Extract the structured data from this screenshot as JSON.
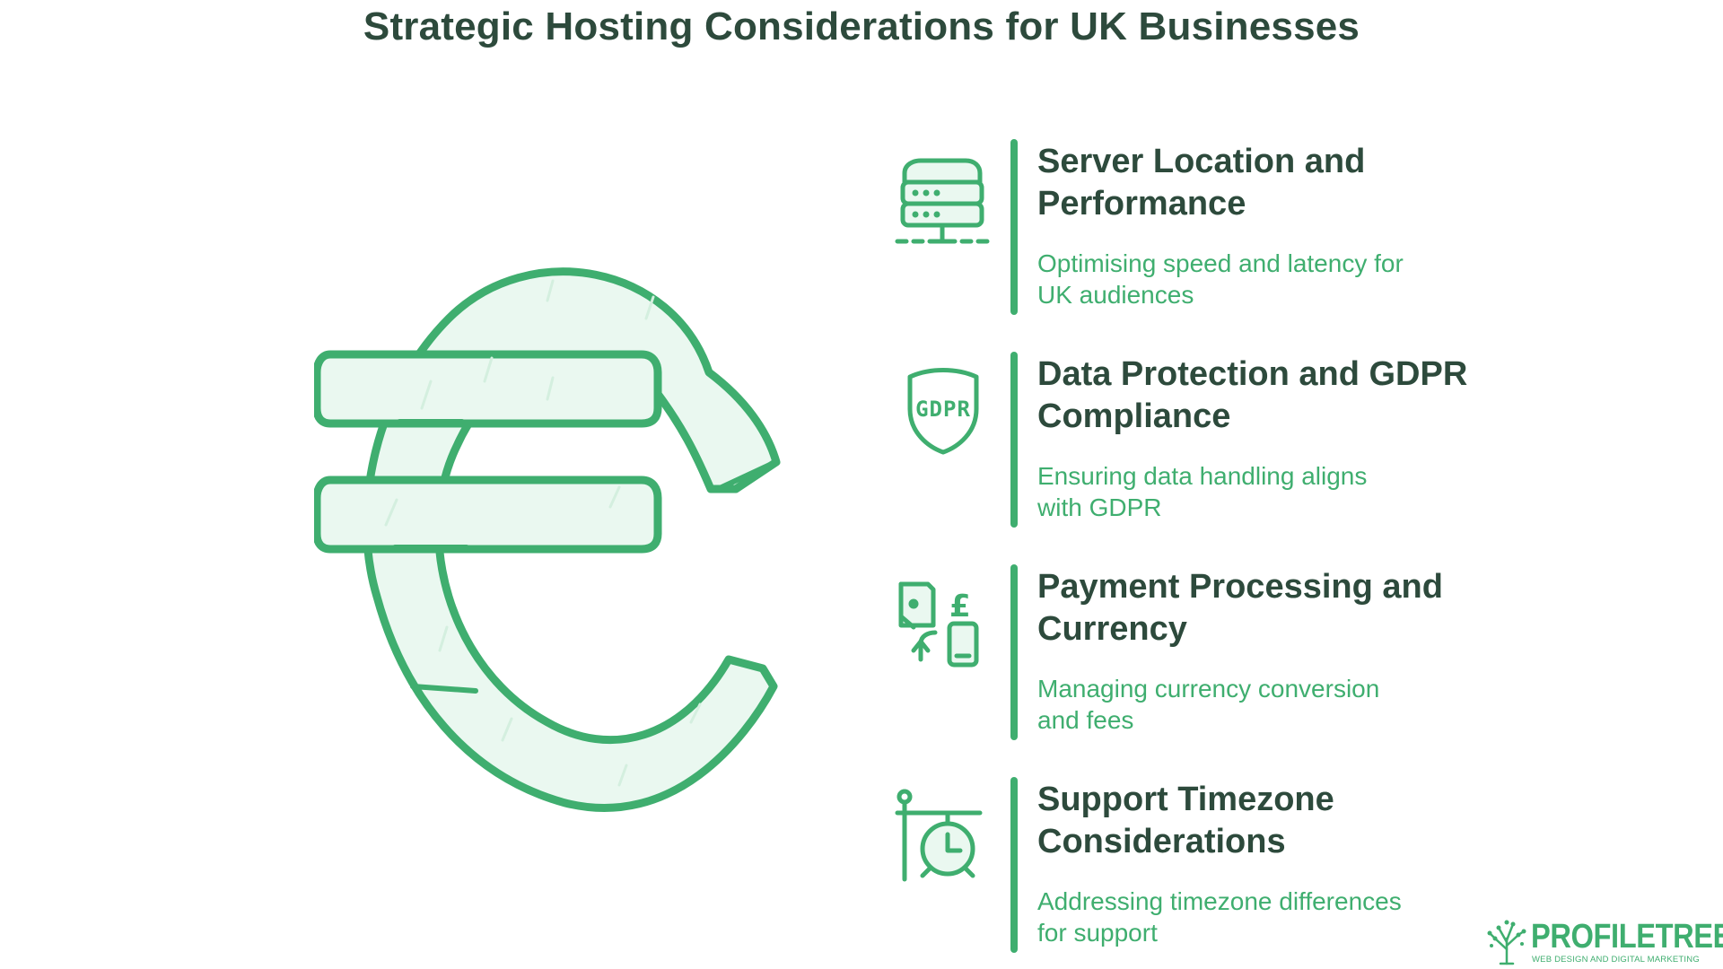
{
  "page_title": "Strategic Hosting Considerations for UK Businesses",
  "central_graphic": {
    "icon": "euro-sign-icon"
  },
  "items": [
    {
      "title": "Server Location and Performance",
      "description": "Optimising speed and latency for UK audiences",
      "icon": "server-icon"
    },
    {
      "title": "Data Protection and GDPR Compliance",
      "description": "Ensuring data handling aligns with GDPR",
      "icon": "gdpr-shield-icon"
    },
    {
      "title": "Payment Processing and Currency",
      "description": "Managing currency conversion and fees",
      "icon": "currency-exchange-icon"
    },
    {
      "title": "Support Timezone Considerations",
      "description": "Addressing timezone differences for support",
      "icon": "clock-timezone-icon"
    }
  ],
  "logo": {
    "name": "PROFILETREE",
    "tagline": "WEB DESIGN AND DIGITAL MARKETING",
    "icon": "tree-icon"
  },
  "colors": {
    "accent": "#3fae6f",
    "heading": "#2d4a3c",
    "fill": "#eaf8f0"
  }
}
